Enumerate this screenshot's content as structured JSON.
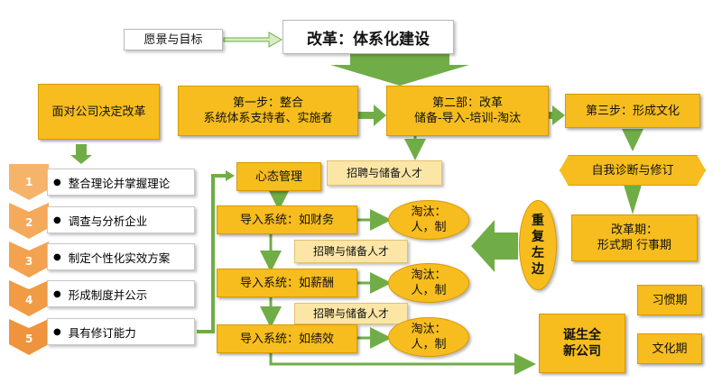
{
  "vision_label": "愿景与目标",
  "reform_title": "改革：体系化建设",
  "face_reform": "面对公司决定改革",
  "step1": {
    "line1": "第一步：整合",
    "line2": "系统体系支持者、实施者"
  },
  "step2": {
    "line1": "第二部：改革",
    "line2": "储备-导入-培训-淘汰"
  },
  "step3": "第三步：形成文化",
  "self_diagnosis": "自我诊断与修订",
  "reform_period": {
    "line1": "改革期：",
    "line2": "形式期  行事期"
  },
  "habit_period": "习惯期",
  "culture_period": "文化期",
  "mindset": "心态管理",
  "recruit_labels": [
    "招聘与储备人才",
    "招聘与储备人才",
    "招聘与储备人才"
  ],
  "import_systems": [
    "导入系统：如财务",
    "导入系统：如薪酬",
    "导入系统：如绩效"
  ],
  "eliminate": {
    "line1": "淘汰：",
    "line2": "人，制"
  },
  "repeat_left": "重复左边",
  "new_company": "诞生全新公司",
  "steps": [
    {
      "num": "1",
      "text": "整合理论并掌握理论"
    },
    {
      "num": "2",
      "text": "调查与分析企业"
    },
    {
      "num": "3",
      "text": "制定个性化实效方案"
    },
    {
      "num": "4",
      "text": "形成制度并公示"
    },
    {
      "num": "5",
      "text": "具有修订能力"
    }
  ],
  "colors": {
    "gold": "#f7bd1e",
    "green": "#70ad47",
    "orange": "#f2a64a"
  }
}
